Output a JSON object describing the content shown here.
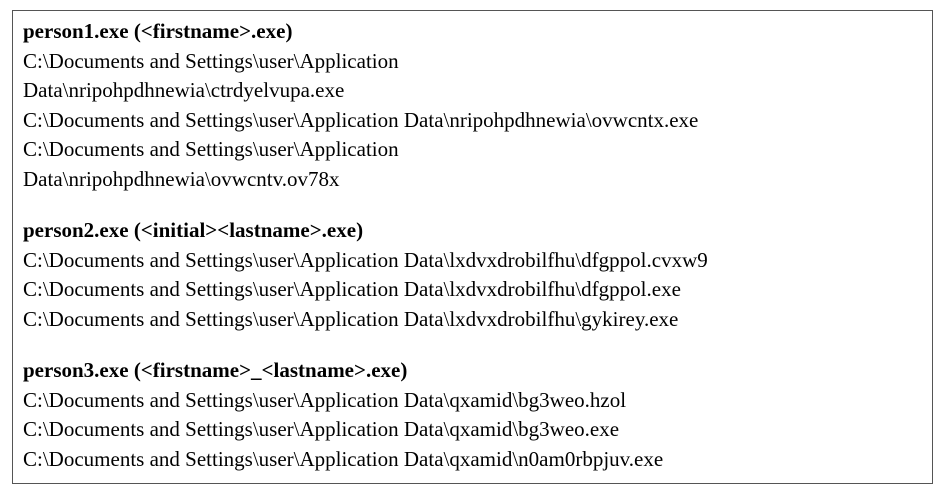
{
  "entries": [
    {
      "heading": "person1.exe (<firstname>.exe)",
      "lines": [
        "C:\\Documents and Settings\\user\\Application",
        "Data\\nripohpdhnewia\\ctrdyelvupa.exe",
        "C:\\Documents and Settings\\user\\Application Data\\nripohpdhnewia\\ovwcntx.exe",
        "C:\\Documents and Settings\\user\\Application",
        "Data\\nripohpdhnewia\\ovwcntv.ov78x"
      ]
    },
    {
      "heading": "person2.exe (<initial><lastname>.exe)",
      "lines": [
        "C:\\Documents and Settings\\user\\Application Data\\lxdvxdrobilfhu\\dfgppol.cvxw9",
        "C:\\Documents and Settings\\user\\Application Data\\lxdvxdrobilfhu\\dfgppol.exe",
        "C:\\Documents and Settings\\user\\Application Data\\lxdvxdrobilfhu\\gykirey.exe"
      ]
    },
    {
      "heading": "person3.exe (<firstname>_<lastname>.exe)",
      "lines": [
        "C:\\Documents and Settings\\user\\Application Data\\qxamid\\bg3weo.hzol",
        "C:\\Documents and Settings\\user\\Application Data\\qxamid\\bg3weo.exe",
        "C:\\Documents and Settings\\user\\Application Data\\qxamid\\n0am0rbpjuv.exe"
      ]
    }
  ]
}
